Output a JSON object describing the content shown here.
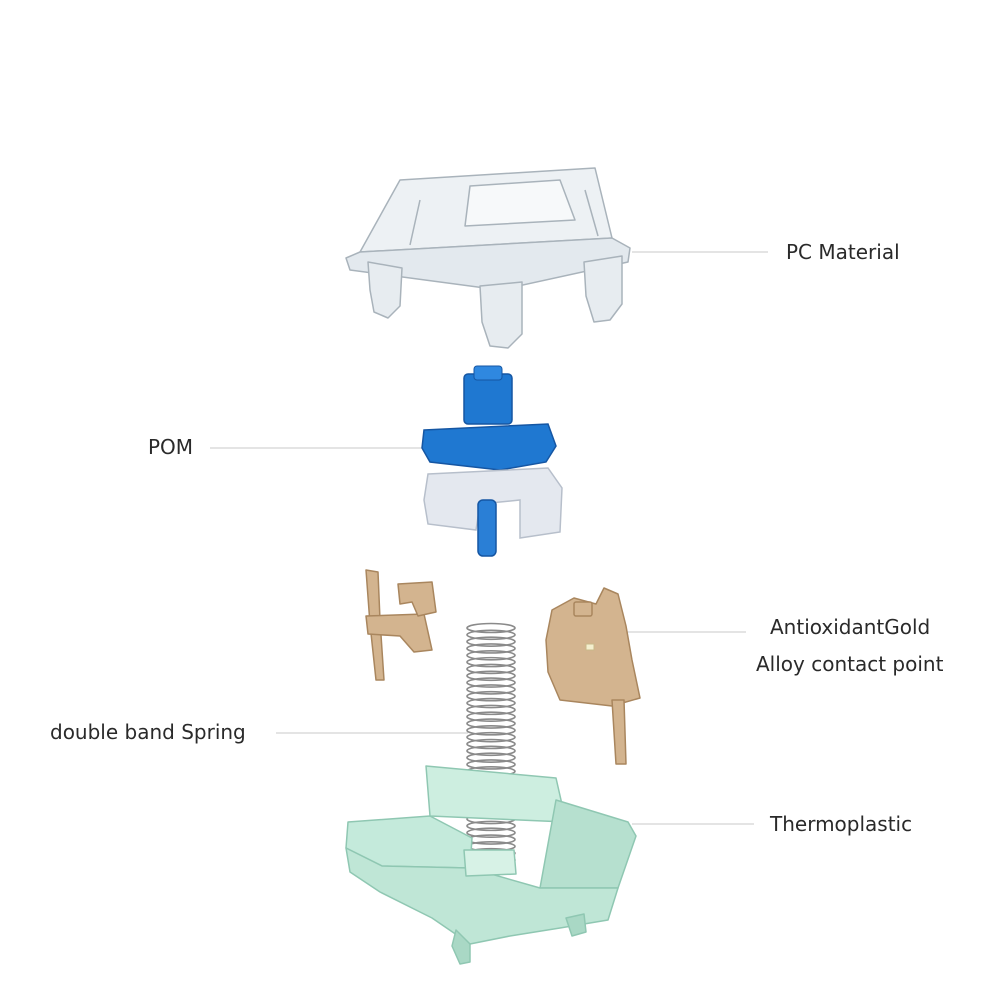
{
  "diagram": {
    "labels": {
      "housing_top": "PC Material",
      "stem": "POM",
      "contacts_line1": "AntioxidantGold",
      "contacts_line2": "Alloy contact point",
      "spring": "double band Spring",
      "housing_bottom": "Thermoplastic"
    },
    "colors": {
      "background": "#ffffff",
      "leader_line": "#c8c8c8",
      "clear_housing": "#e9eef2",
      "clear_housing_edge": "#a9b3bb",
      "stem_blue": "#1f78d1",
      "stem_blue_dark": "#1556a3",
      "stem_slider": "#e4e8ef",
      "contact_gold": "#d3b48f",
      "contact_gold_dark": "#a9865e",
      "spring_silver": "#8a8a8a",
      "base_mint": "#bfe6d6",
      "base_mint_dark": "#8fc7b2"
    }
  }
}
